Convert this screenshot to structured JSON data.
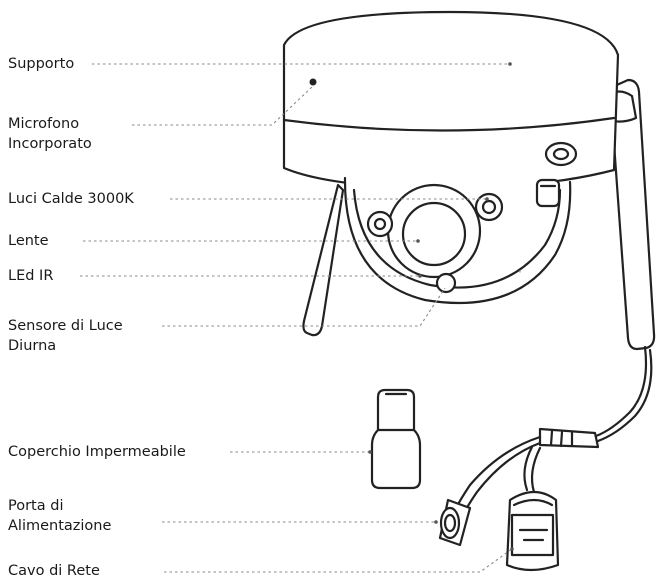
{
  "labels": {
    "supporto": [
      "Supporto"
    ],
    "microfono": [
      "Microfono",
      "Incorporato"
    ],
    "luci": [
      "Luci Calde 3000K"
    ],
    "lente": [
      "Lente"
    ],
    "led_ir": [
      "LEd IR"
    ],
    "sensore": [
      "Sensore di Luce",
      "Diurna"
    ],
    "coperchio": [
      "Coperchio Impermeabile"
    ],
    "porta": [
      "Porta di",
      "Alimentazione"
    ],
    "cavo": [
      "Cavo di Rete"
    ]
  },
  "colors": {
    "stroke": "#222222",
    "leader": "#888888",
    "text": "#1a1a1a"
  }
}
